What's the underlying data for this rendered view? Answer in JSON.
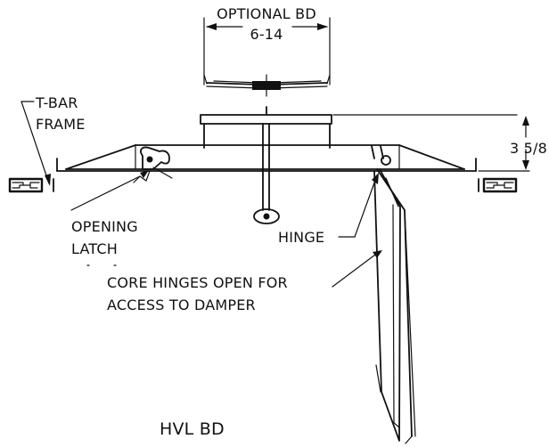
{
  "labels": {
    "optional_bd": "OPTIONAL BD",
    "bd_range": "6-14",
    "t_bar_line1": "T-BAR",
    "t_bar_line2": "FRAME",
    "height_dim": "3 5/8",
    "opening_line1": "OPENING",
    "opening_line2": "LATCH",
    "hinge": "HINGE",
    "core_line1": "CORE HINGES OPEN FOR",
    "core_line2": "ACCESS TO DAMPER",
    "title": "HVL BD"
  }
}
